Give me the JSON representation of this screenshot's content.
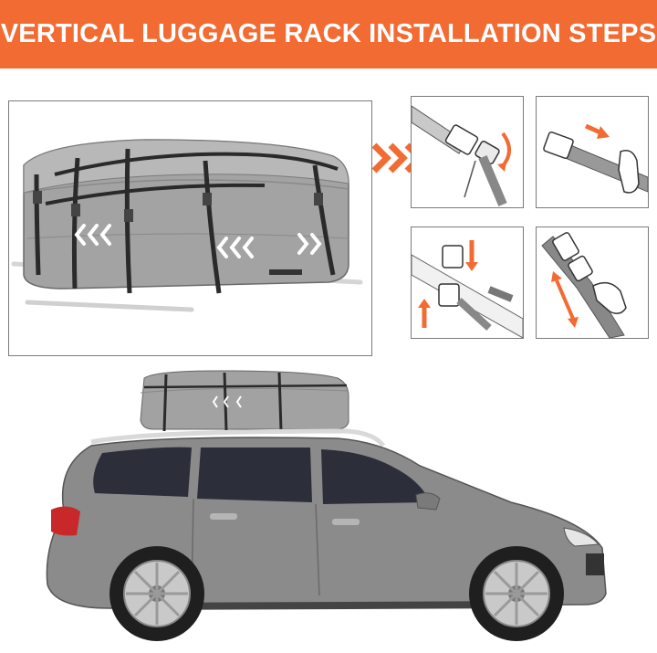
{
  "banner": {
    "title": "VERTICAL LUGGAGE RACK INSTALLATION STEPS"
  },
  "colors": {
    "accent": "#f26b33",
    "bag": "#a6a6a6",
    "strap": "#2a2a2a",
    "car": "#8a8a8a"
  },
  "icons": [
    "chevron-right-icon",
    "chevron-left-icon",
    "buckle-icon",
    "hand-icon",
    "orange-arrow-icon"
  ],
  "steps": [
    {
      "name": "insert-strap-through-buckle"
    },
    {
      "name": "pull-strap-tight"
    },
    {
      "name": "clip-buckle-together"
    },
    {
      "name": "adjust-strap-length"
    }
  ]
}
